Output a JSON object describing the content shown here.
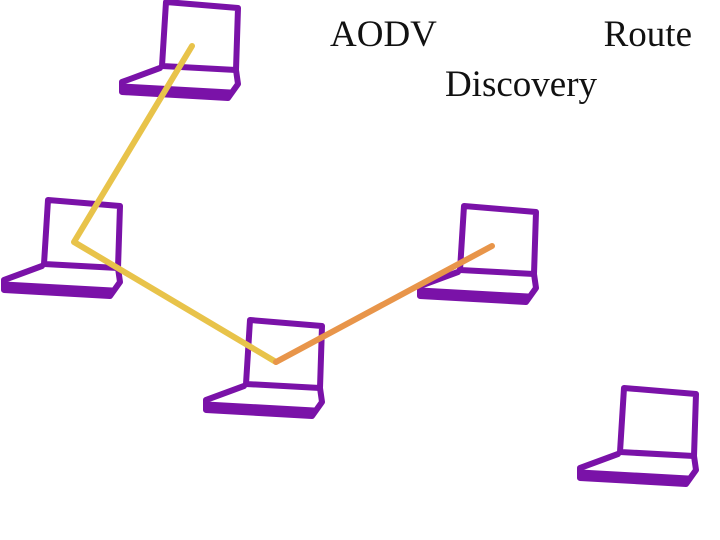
{
  "title": {
    "word1": "AODV",
    "word2": "Route",
    "word3": "Discovery"
  },
  "colors": {
    "laptop": "#7a12a8",
    "path_primary": "#e8c34a",
    "path_reply": "#e8954a"
  },
  "nodes": [
    {
      "id": "laptop-1",
      "icon": "laptop-icon"
    },
    {
      "id": "laptop-2",
      "icon": "laptop-icon"
    },
    {
      "id": "laptop-3",
      "icon": "laptop-icon"
    },
    {
      "id": "laptop-4",
      "icon": "laptop-icon"
    },
    {
      "id": "laptop-5",
      "icon": "laptop-icon"
    }
  ]
}
